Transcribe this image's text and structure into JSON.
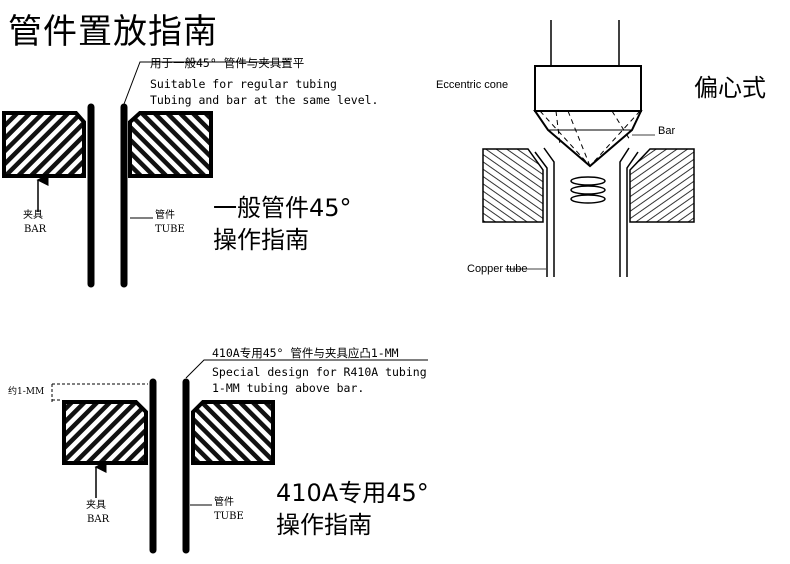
{
  "title": "管件置放指南",
  "diagram1": {
    "note_cn": "用于一般45° 管件与夹具置平",
    "note_en1": "Suitable for regular tubing",
    "note_en2": "Tubing and bar at the same level.",
    "bar_cn": "夹具",
    "bar_en": "BAR",
    "tube_cn": "管件",
    "tube_en": "TUBE",
    "heading1": "一般管件45°",
    "heading2": "操作指南"
  },
  "diagram2": {
    "eccentric_label": "Eccentric cone",
    "bar_label": "Bar",
    "copper_label": "Copper tube",
    "heading": "偏心式"
  },
  "diagram3": {
    "note_cn": "410A专用45° 管件与夹具应凸1-MM",
    "note_en1": "Special design for R410A tubing",
    "note_en2": "1-MM tubing above bar.",
    "offset_label": "约1-MM",
    "bar_cn": "夹具",
    "bar_en": "BAR",
    "tube_cn": "管件",
    "tube_en": "TUBE",
    "heading1": "410A专用45°",
    "heading2": "操作指南"
  }
}
